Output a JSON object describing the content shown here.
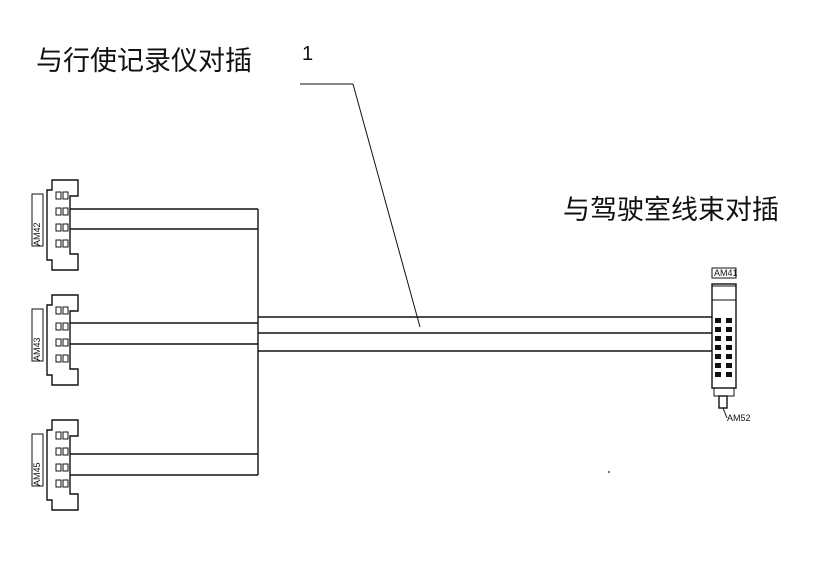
{
  "labels": {
    "left_title": "与行使记录仪对插",
    "right_title": "与驾驶室线束对插",
    "callout_number": "1",
    "connectors": [
      "AM42",
      "AM43",
      "AM45"
    ],
    "right_connector_top": "AM41",
    "right_connector_bottom": "AM52"
  }
}
